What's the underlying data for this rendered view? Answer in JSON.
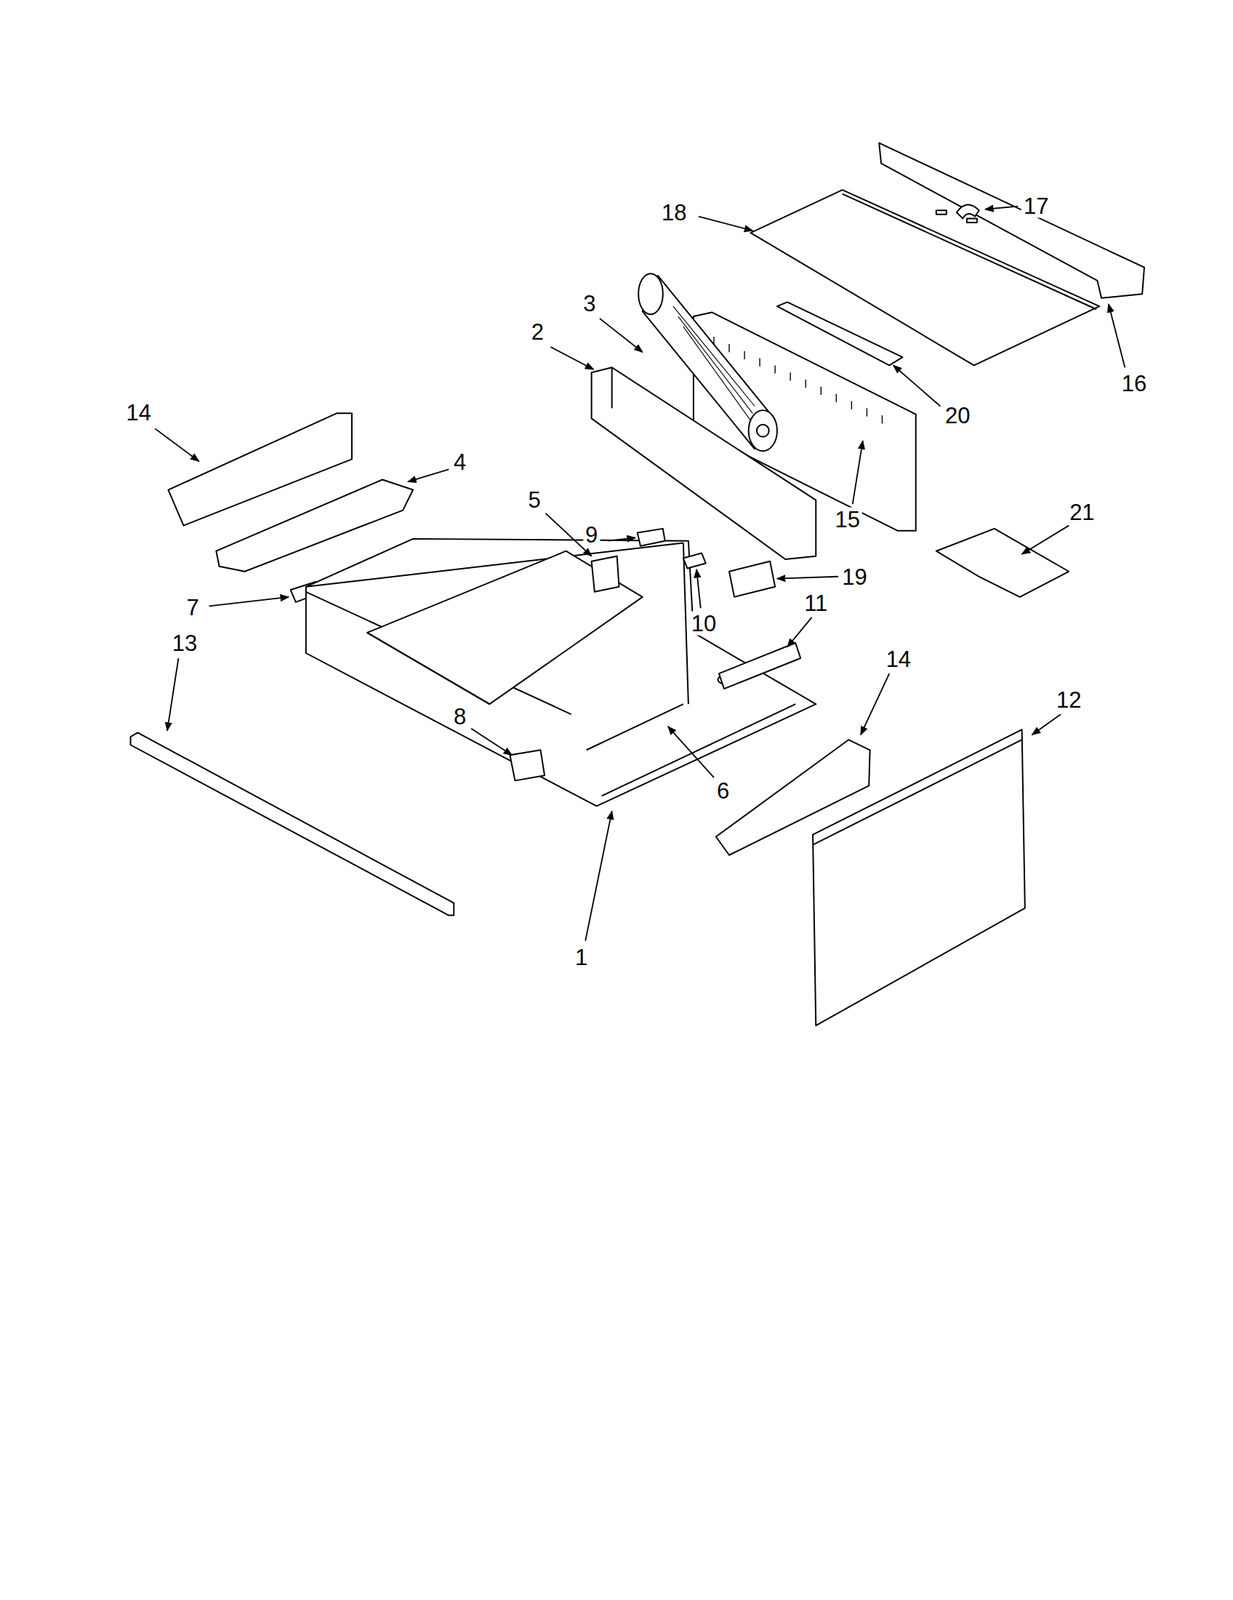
{
  "diagram": {
    "labels": [
      "18",
      "17",
      "16",
      "3",
      "2",
      "20",
      "14",
      "4",
      "15",
      "5",
      "9",
      "21",
      "19",
      "7",
      "10",
      "11",
      "13",
      "14",
      "12",
      "8",
      "6",
      "1"
    ]
  }
}
